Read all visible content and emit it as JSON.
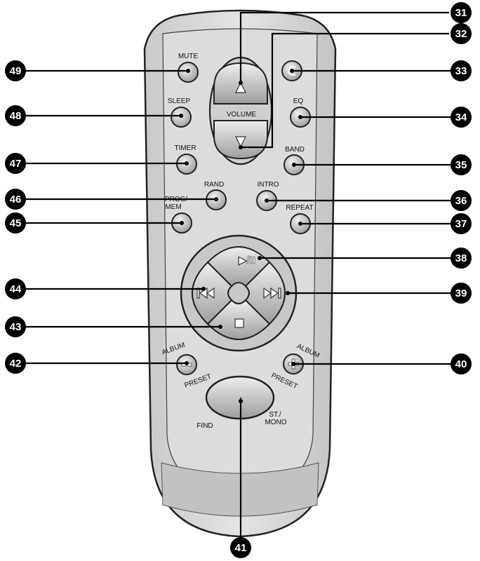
{
  "labels": {
    "mute": "MUTE",
    "sleep": "SLEEP",
    "timer": "TIMER",
    "rand": "RAND",
    "prog": "PROG/",
    "mem": "MEM",
    "volume": "VOLUME",
    "eq": "EQ",
    "band": "BAND",
    "intro": "INTRO",
    "repeat": "REPEAT",
    "play_pause": "▶/II",
    "album_left": "ALBUM",
    "preset_left": "PRESET",
    "album_right": "ALBUM",
    "preset_right": "PRESET",
    "find": "FIND",
    "st": "ST./",
    "mono": "MONO"
  },
  "callouts": {
    "c31": "31",
    "c32": "32",
    "c33": "33",
    "c34": "34",
    "c35": "35",
    "c36": "36",
    "c37": "37",
    "c38": "38",
    "c39": "39",
    "c40": "40",
    "c41": "41",
    "c42": "42",
    "c43": "43",
    "c44": "44",
    "c45": "45",
    "c46": "46",
    "c47": "47",
    "c48": "48",
    "c49": "49"
  },
  "colors": {
    "body": "#d6d6d6",
    "outline": "#222222",
    "callout": "#000000"
  }
}
